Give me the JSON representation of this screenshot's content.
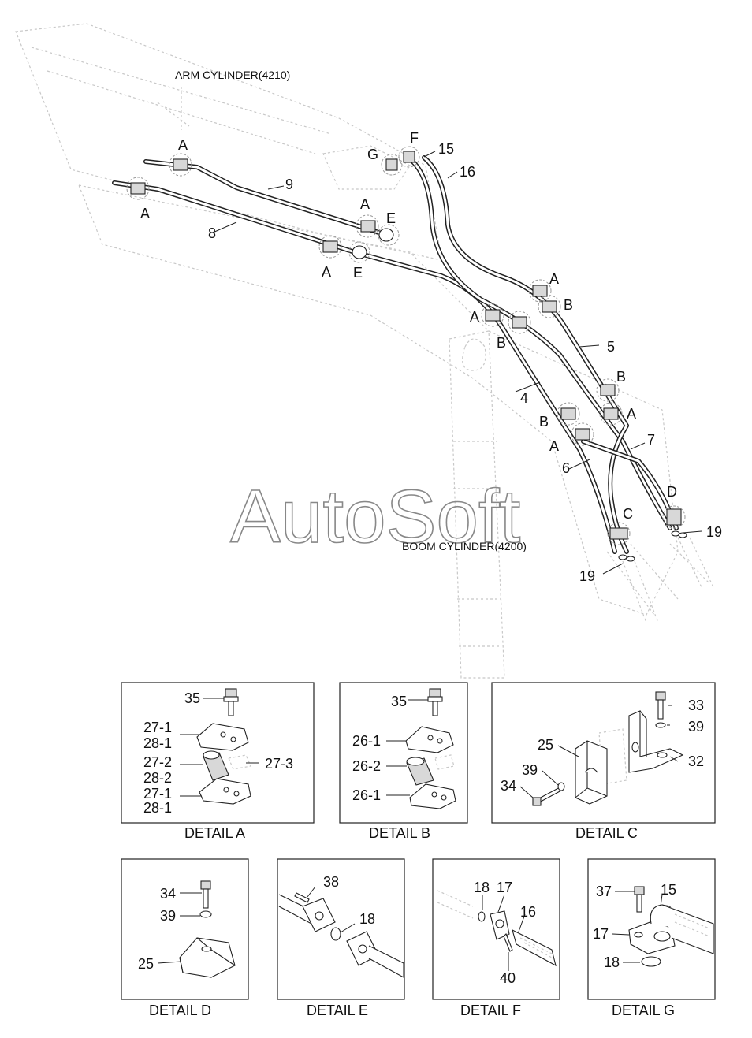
{
  "titles": {
    "arm_cylinder": "ARM CYLINDER(4210)",
    "boom_cylinder": "BOOM CYLINDER(4200)"
  },
  "watermark": "AutoSoft",
  "main_labels": {
    "A1": "A",
    "A2": "A",
    "A3": "A",
    "A4": "A",
    "A5": "A",
    "A6": "A",
    "A7": "A",
    "A8": "A",
    "B1": "B",
    "B2": "B",
    "B3": "B",
    "B4": "B",
    "C": "C",
    "D": "D",
    "E1": "E",
    "E2": "E",
    "F": "F",
    "G": "G",
    "n4": "4",
    "n5": "5",
    "n6": "6",
    "n7": "7",
    "n8": "8",
    "n9": "9",
    "n15": "15",
    "n16": "16",
    "n19a": "19",
    "n19b": "19"
  },
  "details": {
    "a": {
      "caption": "DETAIL A",
      "labels": {
        "p35": "35",
        "p27_1a": "27-1",
        "p28_1a": "28-1",
        "p27_2": "27-2",
        "p28_2": "28-2",
        "p27_3": "27-3",
        "p27_1b": "27-1",
        "p28_1b": "28-1"
      }
    },
    "b": {
      "caption": "DETAIL B",
      "labels": {
        "p35": "35",
        "p26_1a": "26-1",
        "p26_2": "26-2",
        "p26_1b": "26-1"
      }
    },
    "c": {
      "caption": "DETAIL C",
      "labels": {
        "p33": "33",
        "p39a": "39",
        "p25": "25",
        "p32": "32",
        "p39b": "39",
        "p34": "34"
      }
    },
    "d": {
      "caption": "DETAIL D",
      "labels": {
        "p34": "34",
        "p39": "39",
        "p25": "25"
      }
    },
    "e": {
      "caption": "DETAIL E",
      "labels": {
        "p38": "38",
        "p18": "18"
      }
    },
    "f": {
      "caption": "DETAIL F",
      "labels": {
        "p18": "18",
        "p17": "17",
        "p16": "16",
        "p40": "40"
      }
    },
    "g": {
      "caption": "DETAIL G",
      "labels": {
        "p37": "37",
        "p15": "15",
        "p17": "17",
        "p18": "18"
      }
    }
  }
}
